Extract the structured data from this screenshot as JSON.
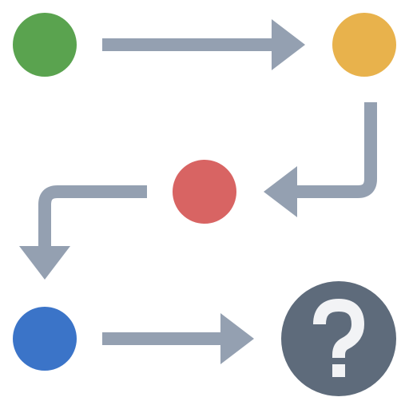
{
  "colors": {
    "background": "#ffffff",
    "arrow": "#94a0b1",
    "node_green": "#5aa34f",
    "node_yellow": "#e8b24c",
    "node_red": "#d86463",
    "node_blue": "#3b74c8",
    "help_circle": "#5e6b7b",
    "help_mark": "#f2f3f5"
  },
  "nodes": [
    {
      "id": "green",
      "color_key": "node_green"
    },
    {
      "id": "yellow",
      "color_key": "node_yellow"
    },
    {
      "id": "red",
      "color_key": "node_red"
    },
    {
      "id": "blue",
      "color_key": "node_blue"
    }
  ],
  "arrows": [
    {
      "from": "green",
      "to": "yellow"
    },
    {
      "from": "yellow",
      "to": "red"
    },
    {
      "from": "red",
      "to": "blue"
    },
    {
      "from": "blue",
      "to": "help"
    }
  ],
  "help_node": {
    "icon": "question-mark-icon"
  }
}
